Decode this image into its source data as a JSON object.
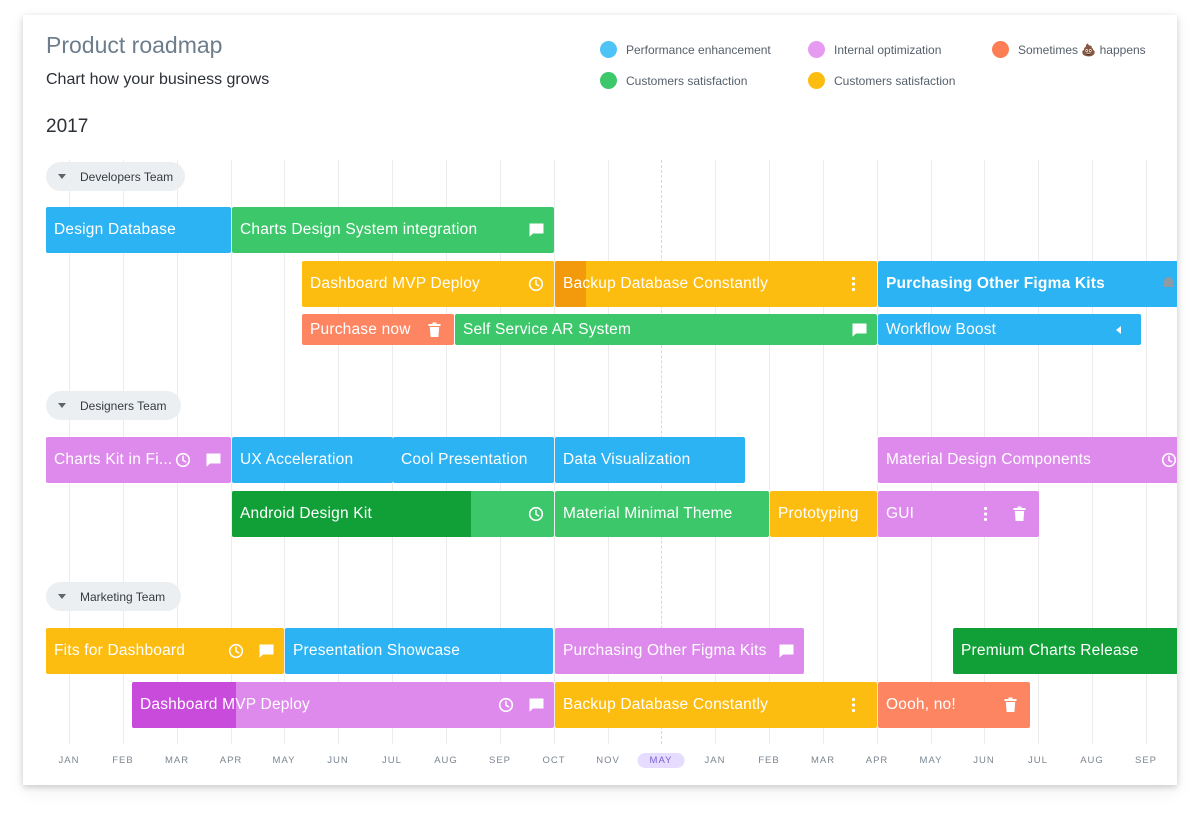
{
  "header": {
    "title": "Product roadmap",
    "subtitle": "Chart how your business grows",
    "year": "2017"
  },
  "legend": [
    {
      "label": "Performance enhancement",
      "color": "#4ec3f6"
    },
    {
      "label": "Internal optimization",
      "color": "#e79bf0"
    },
    {
      "label": "Sometimes 💩 happens",
      "color": "#fd7d55"
    },
    {
      "label": "Customers satisfaction",
      "color": "#3cc76a"
    },
    {
      "label": "Customers satisfaction",
      "color": "#fdbc10"
    }
  ],
  "colors": {
    "blue": "#2bb3f3",
    "green": "#3cc76a",
    "orange": "#fdbc10",
    "pink": "#de8aec",
    "red": "#fd8562",
    "dark_green": "#11a037",
    "dark_orange": "#f39a0c",
    "dark_pink": "#c94bdc"
  },
  "timeline": {
    "months": [
      "JAN",
      "FEB",
      "MAR",
      "APR",
      "MAY",
      "JUN",
      "JUL",
      "AUG",
      "SEP",
      "OCT",
      "NOV",
      "MAY",
      "JAN",
      "FEB",
      "MAR",
      "APR",
      "MAY",
      "JUN",
      "JUL",
      "AUG",
      "SEP"
    ],
    "highlighted_month": "MAY"
  },
  "chart_data": {
    "type": "gantt",
    "title": "Product roadmap",
    "subtitle": "Chart how your business grows",
    "year": "2017",
    "time_axis": [
      "JAN",
      "FEB",
      "MAR",
      "APR",
      "MAY",
      "JUN",
      "JUL",
      "AUG",
      "SEP",
      "OCT",
      "NOV",
      "MAY",
      "JAN",
      "FEB",
      "MAR",
      "APR",
      "MAY",
      "JUN",
      "JUL",
      "AUG",
      "SEP"
    ],
    "teams": [
      {
        "name": "Developers Team",
        "tasks": [
          {
            "label": "Design Database",
            "start": 0,
            "end": 3.5,
            "color": "blue",
            "row": 0,
            "icons": []
          },
          {
            "label": "Charts Design System integration",
            "start": 3.5,
            "end": 9.5,
            "color": "green",
            "row": 0,
            "icons": [
              "comment-icon"
            ]
          },
          {
            "label": "Dashboard MVP Deploy",
            "start": 4.8,
            "end": 9.5,
            "color": "orange",
            "row": 1,
            "icons": [
              "clock-icon"
            ]
          },
          {
            "label": "Backup Database Constantly",
            "start": 9.5,
            "end": 15.5,
            "color": "orange",
            "row": 1,
            "progress_dark_start": 9.5,
            "progress_dark_end": 10.1,
            "icons": [
              "more-vert-icon"
            ]
          },
          {
            "label": "Purchasing Other Figma Kits",
            "start": 15.5,
            "end": 21.5,
            "color": "blue",
            "row": 1,
            "bold": true,
            "icons": [
              "bell-icon"
            ]
          },
          {
            "label": "Purchase now",
            "start": 4.8,
            "end": 7.65,
            "color": "red",
            "row": 2,
            "icons": [
              "trash-icon"
            ]
          },
          {
            "label": "Self Service AR System",
            "start": 7.65,
            "end": 15.5,
            "color": "green",
            "row": 2,
            "icons": [
              "comment-icon"
            ]
          },
          {
            "label": "Workflow Boost",
            "start": 15.5,
            "end": 20.4,
            "color": "blue",
            "row": 2,
            "icons": [
              "caret-left-icon"
            ]
          }
        ]
      },
      {
        "name": "Designers Team",
        "tasks": [
          {
            "label": "Charts Kit in Fi...",
            "start": 0,
            "end": 3.5,
            "color": "pink",
            "row": 0,
            "icons": [
              "clock-icon",
              "comment-icon"
            ]
          },
          {
            "label": "UX Acceleration",
            "start": 3.5,
            "end": 6.5,
            "color": "blue",
            "row": 0,
            "icons": []
          },
          {
            "label": "Cool Presentation",
            "start": 6.5,
            "end": 9.5,
            "color": "blue",
            "row": 0,
            "icons": []
          },
          {
            "label": "Data Visualization",
            "start": 9.5,
            "end": 13.05,
            "color": "blue",
            "row": 0,
            "icons": []
          },
          {
            "label": "Material Design Components",
            "start": 15.5,
            "end": 21.5,
            "color": "pink",
            "row": 0,
            "icons": [
              "clock-icon"
            ]
          },
          {
            "label": "Android Design Kit",
            "start": 3.5,
            "end": 9.5,
            "color": "green",
            "row": 1,
            "progress_dark_start": 3.5,
            "progress_dark_end": 7.95,
            "icons": [
              "clock-icon"
            ]
          },
          {
            "label": "Material Minimal Theme",
            "start": 9.5,
            "end": 13.5,
            "color": "green",
            "row": 1,
            "icons": []
          },
          {
            "label": "Prototyping",
            "start": 13.5,
            "end": 15.5,
            "color": "orange",
            "row": 1,
            "icons": []
          },
          {
            "label": "GUI",
            "start": 15.5,
            "end": 18.5,
            "color": "pink",
            "row": 1,
            "icons": [
              "more-vert-icon",
              "trash-icon"
            ]
          }
        ]
      },
      {
        "name": "Marketing Team",
        "tasks": [
          {
            "label": "Fits for Dashboard",
            "start": 0,
            "end": 4.5,
            "color": "orange",
            "row": 0,
            "icons": [
              "clock-icon",
              "comment-icon"
            ]
          },
          {
            "label": "Presentation Showcase",
            "start": 4.5,
            "end": 9.5,
            "color": "blue",
            "row": 0,
            "icons": []
          },
          {
            "label": "Purchasing Other Figma Kits",
            "start": 9.5,
            "end": 14.15,
            "color": "pink",
            "row": 0,
            "icons": [
              "comment-icon"
            ]
          },
          {
            "label": "Premium Charts Release",
            "start": 16.9,
            "end": 21.5,
            "color": "dark_green",
            "row": 0,
            "icons": []
          },
          {
            "label": "Dashboard MVP Deploy",
            "start": 1.65,
            "end": 9.5,
            "color": "pink",
            "row": 1,
            "progress_dark_start": 1.65,
            "progress_dark_end": 3.6,
            "icons": [
              "clock-icon",
              "comment-icon"
            ]
          },
          {
            "label": "Backup Database Constantly",
            "start": 9.5,
            "end": 15.5,
            "color": "orange",
            "row": 1,
            "icons": [
              "more-vert-icon"
            ]
          },
          {
            "label": "Oooh, no!",
            "start": 15.5,
            "end": 18.35,
            "color": "red",
            "row": 1,
            "icons": [
              "trash-icon"
            ]
          }
        ]
      }
    ]
  }
}
